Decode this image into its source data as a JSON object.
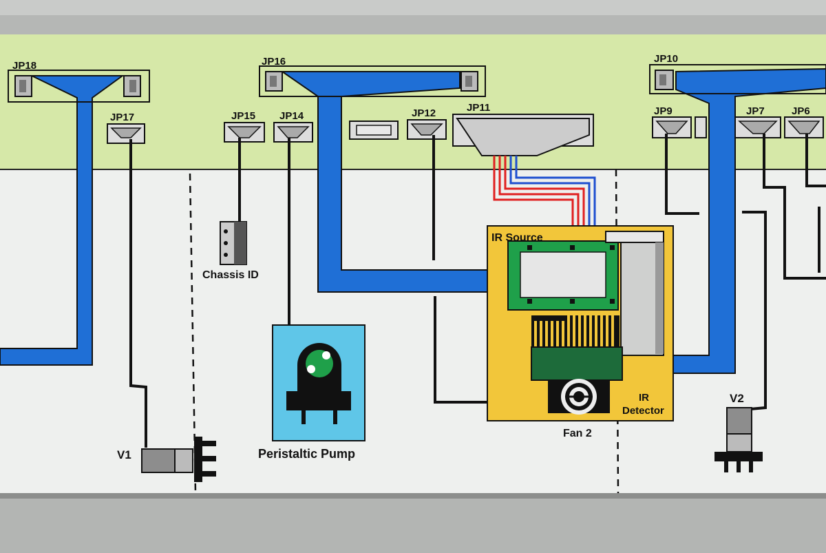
{
  "connectors": {
    "jp18": "JP18",
    "jp17": "JP17",
    "jp16": "JP16",
    "jp15": "JP15",
    "jp14": "JP14",
    "jp12": "JP12",
    "jp11": "JP11",
    "jp10": "JP10",
    "jp9": "JP9",
    "jp7": "JP7",
    "jp6": "JP6"
  },
  "components": {
    "chassis_id": "Chassis ID",
    "peristaltic_pump": "Peristaltic Pump",
    "ir_source": "IR Source",
    "ir_detector_line1": "IR",
    "ir_detector_line2": "Detector",
    "fan2": "Fan 2",
    "v1": "V1",
    "v2": "V2"
  },
  "colors": {
    "green_band": "#d6e8a8",
    "panel": "#eef0ee",
    "cable_blue": "#1f6fd6",
    "wire_red": "#e02020",
    "wire_blue": "#1e4fd0",
    "ir_box": "#f2c63a",
    "pcb_green": "#1fa04a",
    "pump_bg": "#5fc6e8"
  }
}
